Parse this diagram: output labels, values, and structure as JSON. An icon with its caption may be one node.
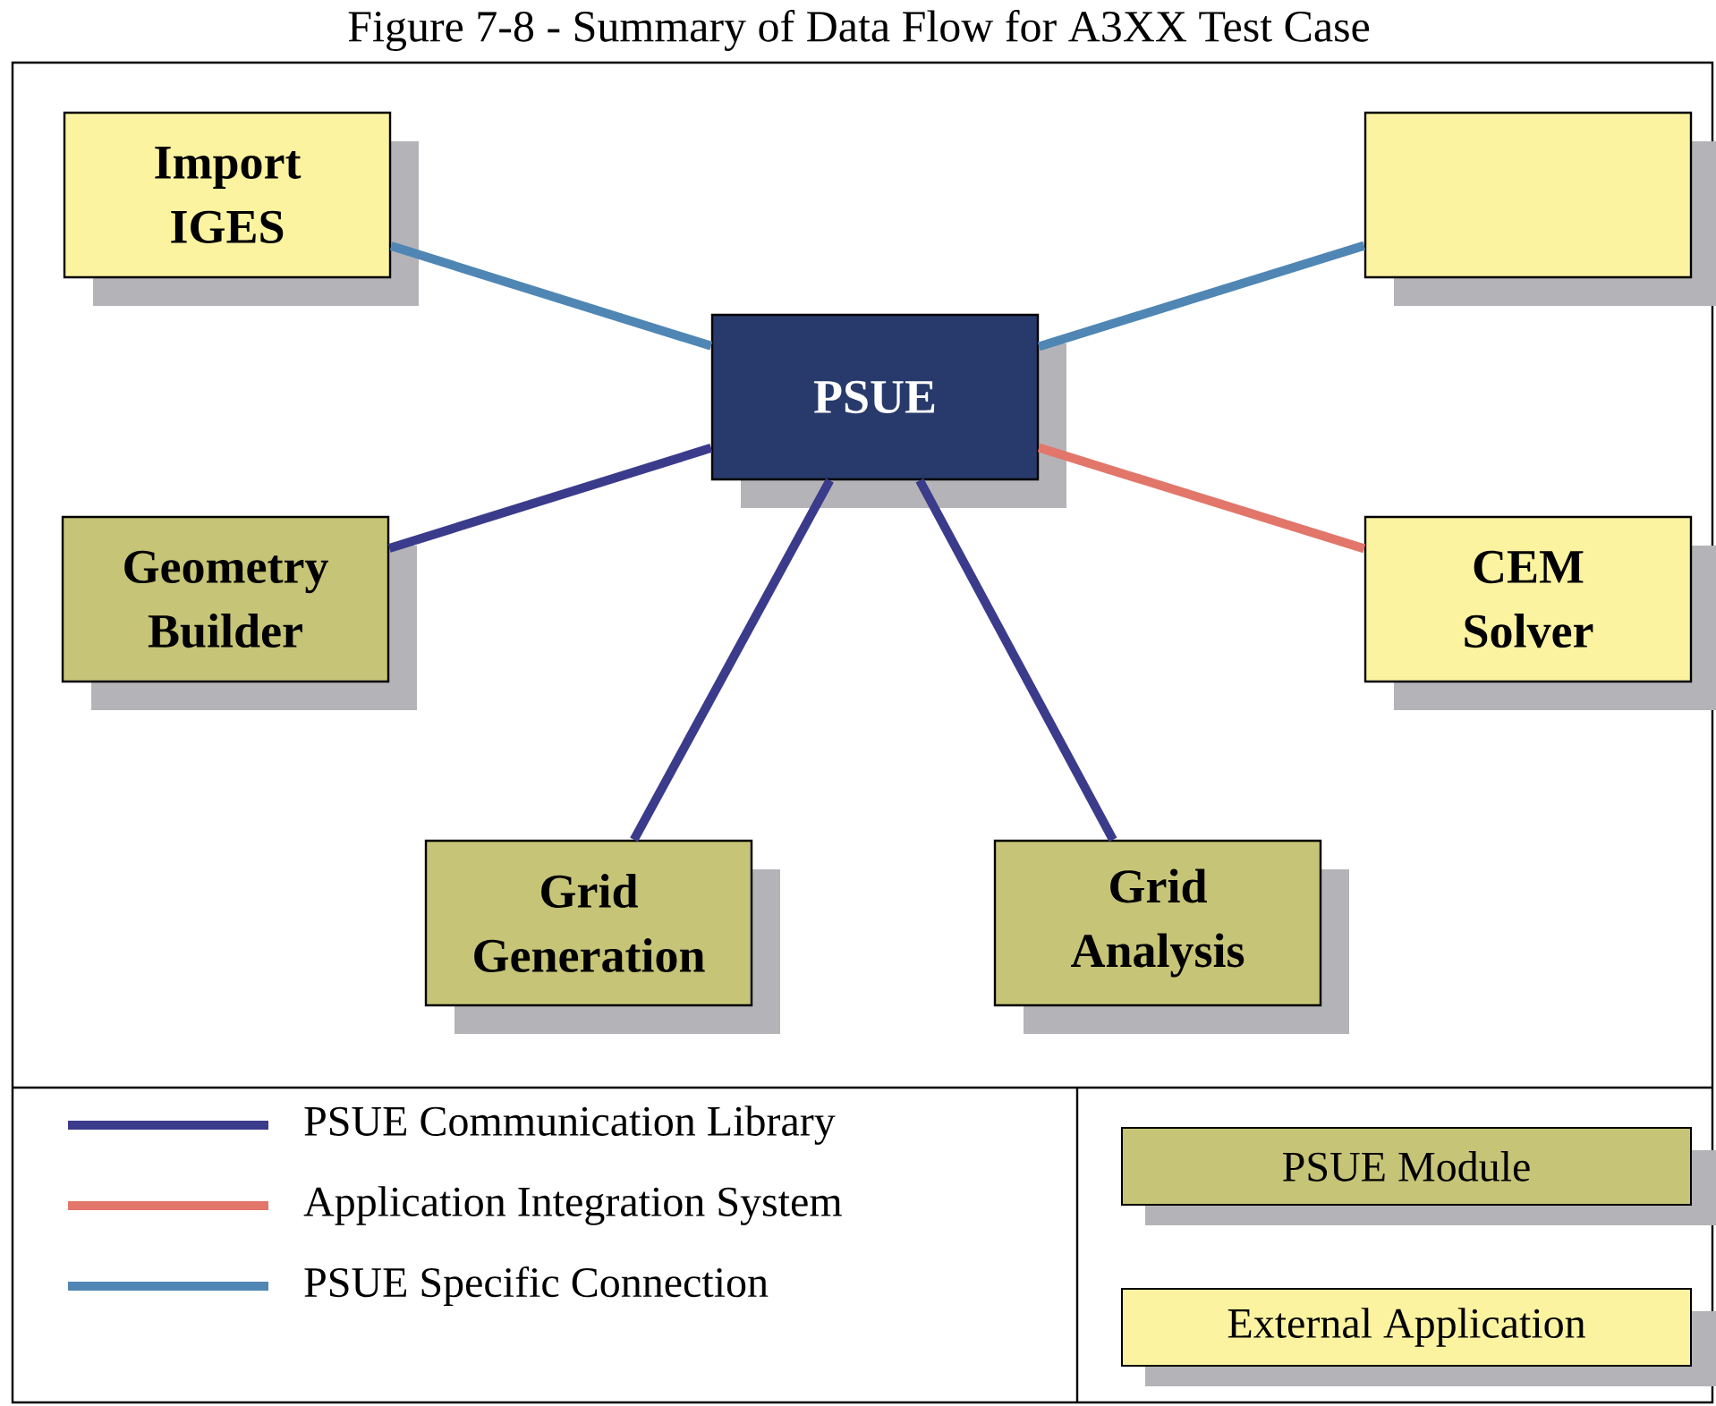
{
  "diagram": {
    "title": "Figure 7-8 - Summary of Data Flow for A3XX Test Case",
    "nodes": [
      {
        "text": [
          "Import IGES"
        ]
      },
      {
        "text": [],
        "shape": "box"
      },
      {
        "text": [
          "PSUE"
        ]
      },
      {
        "text": [
          "Geometry Builder"
        ]
      },
      {
        "text": [
          "CEM Solver"
        ]
      },
      {
        "text": [
          "Grid Generation"
        ]
      },
      {
        "text": [
          "Grid Analysis"
        ]
      }
    ],
    "edges": [
      {
        "from": 0,
        "to": 2,
        "arrow": "none",
        "color": "#4f86b4"
      },
      {
        "from": 1,
        "to": 2,
        "arrow": "none",
        "color": "#4f86b4"
      },
      {
        "from": 3,
        "to": 2,
        "arrow": "none"
      },
      {
        "from": 4,
        "to": 2,
        "arrow": "none",
        "color": "#e2766a"
      },
      {
        "from": 5,
        "to": 2,
        "arrow": "none"
      },
      {
        "from": 6,
        "to": 2,
        "arrow": "none"
      }
    ],
    "legend": [
      {
        "text": "PSUE Communication Library"
      },
      {
        "text": "Application Integration System"
      },
      {
        "text": "PSUE Specific Connection"
      },
      {
        "text": "PSUE Module",
        "color": "#c6c476"
      },
      {
        "text": "External Application",
        "color": "#fbf3a0"
      }
    ]
  }
}
